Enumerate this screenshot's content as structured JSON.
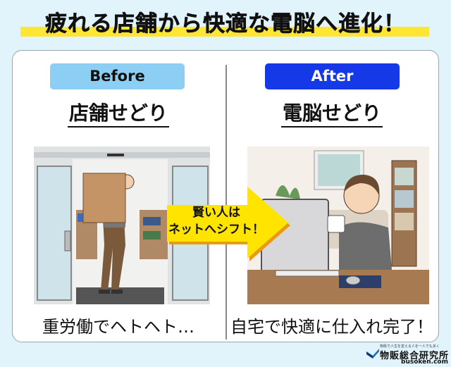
{
  "headline": {
    "text": "疲れる店舗から快適な電脳へ進化！",
    "highlight_color": "#ffe633"
  },
  "before": {
    "badge": "Before",
    "badge_color": "#8dcff4",
    "title": "店舗せどり",
    "illustration": "man-carrying-box-through-store-door",
    "caption": "重労働でヘトヘト…"
  },
  "after": {
    "badge": "After",
    "badge_color": "#1539e6",
    "title": "電脳せどり",
    "illustration": "man-at-home-computer-with-coffee",
    "caption": "自宅で快適に仕入れ完了！"
  },
  "arrow": {
    "line1": "賢い人は",
    "line2": "ネットへシフト！",
    "color": "#ffe400"
  },
  "logo": {
    "tagline": "物販で人生を変える人を一人でも多く",
    "name": "物販総合研究所",
    "url": "busoken.com"
  },
  "colors": {
    "background": "#e2f4fb",
    "card": "#ffffff"
  }
}
